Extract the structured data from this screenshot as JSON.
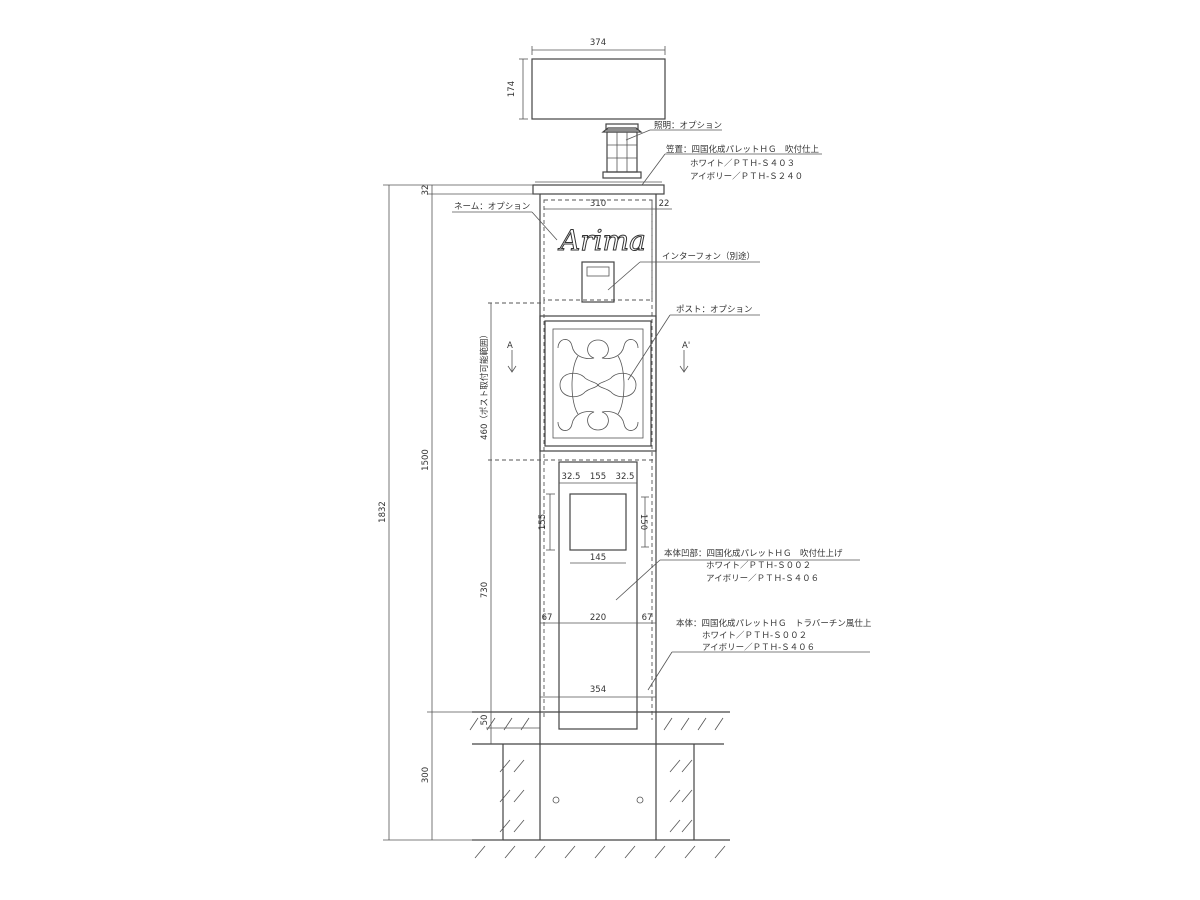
{
  "dimensions": {
    "cap_width": "374",
    "cap_height": "174",
    "total_height": "1832",
    "cap_thickness": "32",
    "upper_width": "310",
    "upper_right_offset": "22",
    "post_range": "460（ポスト取付可能範囲）",
    "body_height": "1500",
    "lower_height": "730",
    "base_gap": "50",
    "underground": "300",
    "recess_left": "32.5",
    "recess_center": "155",
    "recess_right": "32.5",
    "recess_height_left": "155",
    "recess_height_right": "150",
    "recess_bottom": "145",
    "panel_left": "67",
    "panel_center": "220",
    "panel_right": "67",
    "body_width": "354"
  },
  "logo_text": "Arima",
  "section_marks": {
    "left": "A",
    "right": "A'"
  },
  "labels": {
    "lighting": "照明：オプション",
    "cap_line1": "笠置：四国化成パレットＨＧ　吹付仕上",
    "cap_line2": "ホワイト／ＰＴＨ-Ｓ４０３",
    "cap_line3": "アイボリー／ＰＴＨ-Ｓ２４０",
    "name": "ネーム：オプション",
    "intercom": "インターフォン（別途）",
    "post": "ポスト：オプション",
    "recess_line1": "本体凹部：四国化成パレットＨＧ　吹付仕上げ",
    "recess_line2": "ホワイト／ＰＴＨ-Ｓ００２",
    "recess_line3": "アイボリー／ＰＴＨ-Ｓ４０６",
    "body_line1": "本体：四国化成パレットＨＧ　トラバーチン風仕上",
    "body_line2": "ホワイト／ＰＴＨ-Ｓ００２",
    "body_line3": "アイボリー／ＰＴＨ-Ｓ４０６"
  }
}
